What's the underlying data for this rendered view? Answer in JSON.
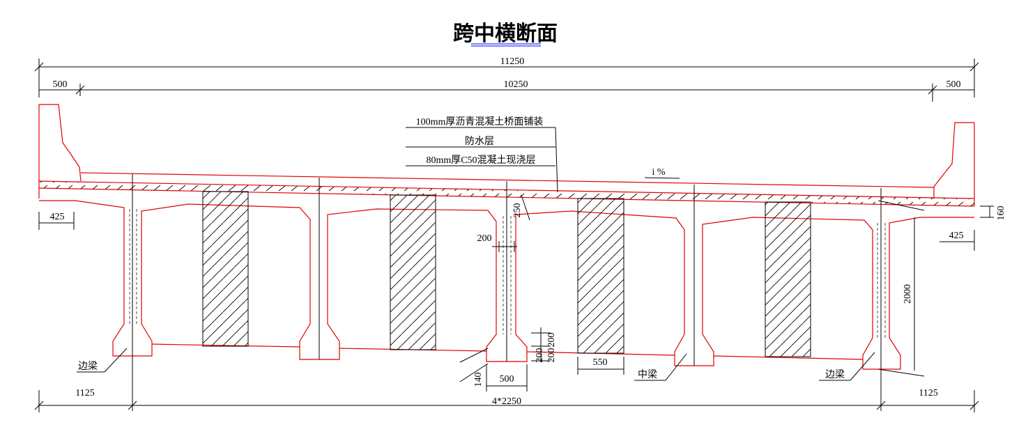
{
  "title": "跨中横断面",
  "dimensions": {
    "total_width": "11250",
    "deck_width": "10250",
    "left_curb": "500",
    "right_curb": "500",
    "left_overhang": "425",
    "right_overhang": "425",
    "flange_thickness": "250",
    "web_width": "200",
    "right_deck_depth": "160",
    "beam_height": "2000",
    "bulb_height_a": "200",
    "bulb_height_b": "200",
    "bulb_height_c": "200",
    "bottom_width": "500",
    "bottom_chamfer": "140",
    "diaphragm_gap": "550",
    "left_edge": "1125",
    "right_edge": "1125",
    "beam_spacing": "4*2250"
  },
  "layers": {
    "asphalt": "100mm厚沥青混凝土桥面铺装",
    "waterproof": "防水层",
    "concrete": "80mm厚C50混凝土现浇层"
  },
  "slope": "i %",
  "labels": {
    "left_edge_beam": "边梁",
    "middle_beam": "中梁",
    "right_edge_beam": "边梁"
  }
}
